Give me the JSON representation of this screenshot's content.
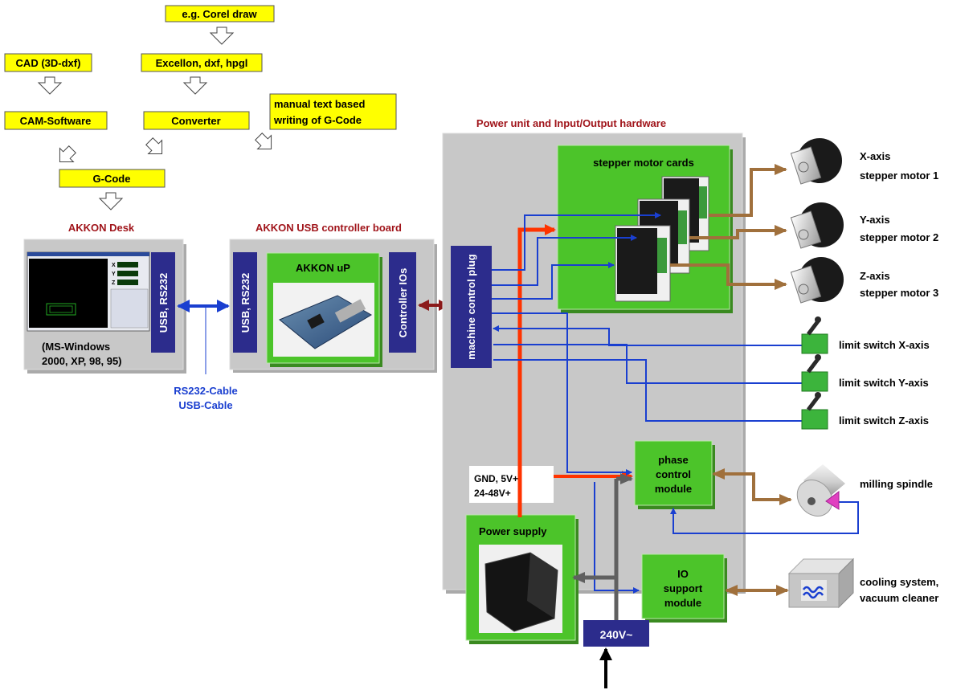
{
  "flow": {
    "corel": "e.g. Corel draw",
    "excellon": "Excellon, dxf, hpgl",
    "cad": "CAD (3D-dxf)",
    "cam": "CAM-Software",
    "converter": "Converter",
    "manual_line1": "manual text based",
    "manual_line2": "writing of  G-Code",
    "gcode": "G-Code"
  },
  "desk": {
    "title": "AKKON Desk",
    "port": "USB, RS232",
    "os_line1": "(MS-Windows",
    "os_line2": "2000, XP, 98, 95)",
    "readout": {
      "x": "X",
      "y": "Y",
      "z": "Z"
    }
  },
  "cable": {
    "line1": "RS232-Cable",
    "line2": "USB-Cable"
  },
  "controller": {
    "title": "AKKON USB controller board",
    "port": "USB, RS232",
    "up": "AKKON uP",
    "ios": "Controller IOs"
  },
  "power_unit": {
    "title": "Power unit and Input/Output hardware",
    "plug": "machine control plug",
    "stepper_cards": "stepper motor cards",
    "voltages_line1": "GND, 5V+,",
    "voltages_line2": "24-48V+",
    "power_supply": "Power supply",
    "mains": "240V~",
    "phase_line1": "phase",
    "phase_line2": "control",
    "phase_line3": "module",
    "io_line1": "IO",
    "io_line2": "support",
    "io_line3": "module"
  },
  "peripherals": {
    "x_motor_line1": "X-axis",
    "x_motor_line2": "stepper motor 1",
    "y_motor_line1": "Y-axis",
    "y_motor_line2": "stepper motor 2",
    "z_motor_line1": "Z-axis",
    "z_motor_line2": "stepper motor 3",
    "limit_x": "limit switch X-axis",
    "limit_y": "limit switch Y-axis",
    "limit_z": "limit switch Z-axis",
    "spindle": "milling spindle",
    "cooling_line1": "cooling system,",
    "cooling_line2": "vacuum cleaner"
  },
  "colors": {
    "yellow_box": "#ffff00",
    "green_module": "#4cc42a",
    "navy_label": "#2c2c8c",
    "grey_panel": "#c8c8c8",
    "title_red": "#a0141a",
    "cable_blue": "#1a3fd0",
    "power_red": "#ff3300",
    "brown_arrow": "#a0703c",
    "grey_arrow": "#606060"
  }
}
